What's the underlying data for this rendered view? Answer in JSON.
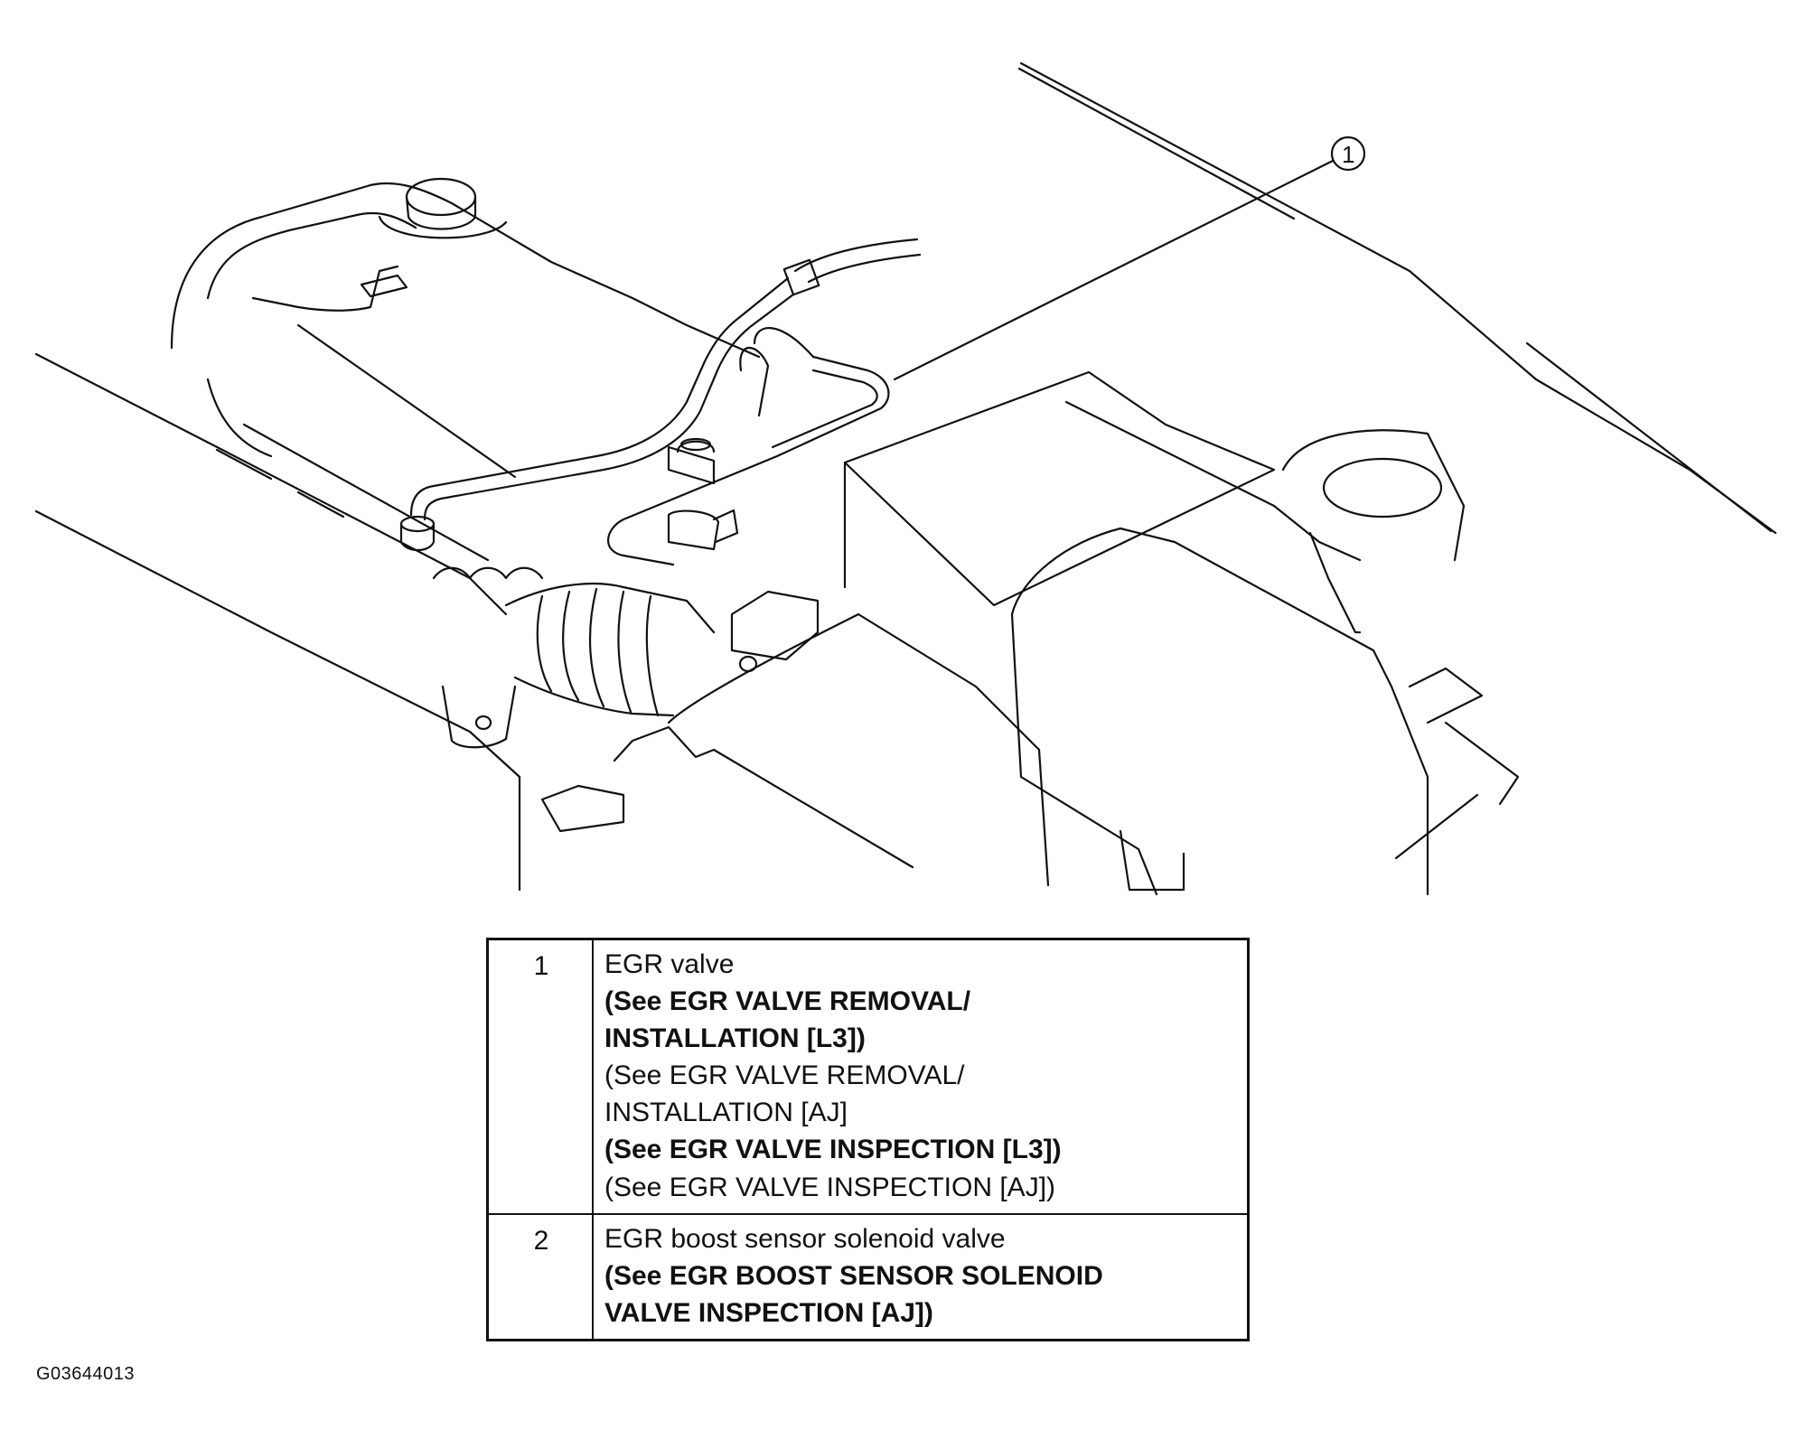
{
  "callout": {
    "number": "1"
  },
  "legend": {
    "rows": [
      {
        "num": "1",
        "lines": [
          "EGR valve",
          "(See EGR VALVE REMOVAL/",
          "INSTALLATION [L3])",
          "(See EGR VALVE REMOVAL/",
          "INSTALLATION [AJ]",
          "(See EGR VALVE INSPECTION [L3])",
          "(See EGR VALVE INSPECTION [AJ])"
        ]
      },
      {
        "num": "2",
        "lines": [
          "EGR boost sensor solenoid valve",
          "(See EGR BOOST SENSOR SOLENOID",
          "VALVE INSPECTION [AJ])"
        ]
      }
    ]
  },
  "figure_code": "G03644013"
}
